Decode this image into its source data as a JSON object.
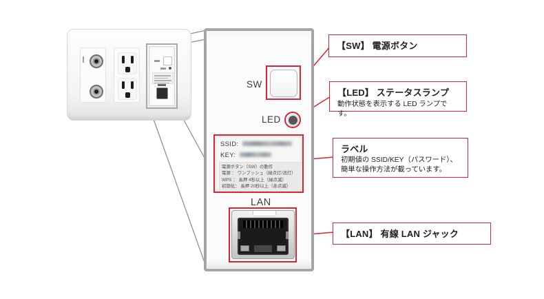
{
  "colors": {
    "accent": "#da2430",
    "panelborder": "#a5a5a5",
    "linegray": "#8f8f8f"
  },
  "device_panel": {
    "sw_label": "SW",
    "led_label": "LED",
    "lan_label": "LAN",
    "label_card": {
      "ssid_label": "SSID:",
      "key_label": "KEY:",
      "info_lines": [
        "電源ボタン（SW）の動作",
        "電源 ： ワンプッシュ（緑点灯/消灯）",
        "WPS ： 長押 4秒以上（緑点滅）",
        "初期化： 長押 20秒以上（赤点滅）"
      ]
    }
  },
  "annotations": [
    {
      "id": "sw",
      "title": "【SW】 電源ボタン",
      "desc": []
    },
    {
      "id": "led",
      "title": "【LED】 ステータスランプ",
      "desc": [
        "動作状態を表示する LED ランプです。"
      ]
    },
    {
      "id": "label",
      "title": "ラベル",
      "desc": [
        "初期値の SSID/KEY（パスワード）、",
        "簡単な操作方法が載っています。"
      ]
    },
    {
      "id": "lan",
      "title": "【LAN】 有線 LAN ジャック",
      "desc": []
    }
  ]
}
